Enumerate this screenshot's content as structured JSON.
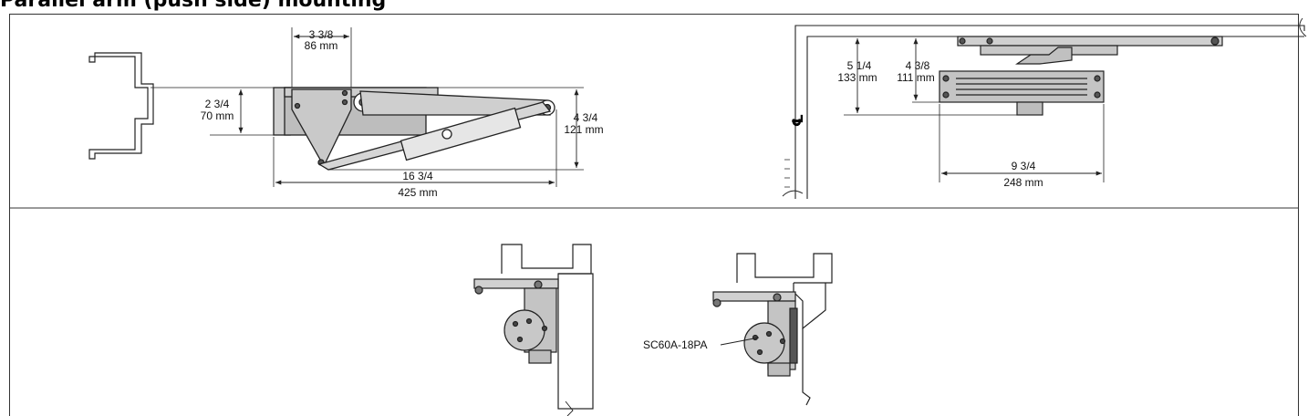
{
  "title": "Parallel arm (push side) mounting",
  "top_left_view": {
    "dim_width_in": "3 3/8",
    "dim_width_mm": "86 mm",
    "dim_height_in": "2 3/4",
    "dim_height_mm": "70 mm",
    "dim_arm_height_in": "4 3/4",
    "dim_arm_height_mm": "121 mm",
    "dim_length_in": "16 3/4",
    "dim_length_mm": "425 mm"
  },
  "top_right_view": {
    "dim_a_in": "5 1/4",
    "dim_a_mm": "133 mm",
    "dim_b_in": "4 3/8",
    "dim_b_mm": "111 mm",
    "dim_c_in": "9 3/4",
    "dim_c_mm": "248 mm",
    "centerline_symbol": "℄"
  },
  "bottom_right_view": {
    "callout": "SC60A-18PA"
  },
  "colors": {
    "line": "#222222",
    "body_fill": "#c8c8c8",
    "body_dark": "#a9a9a9"
  }
}
